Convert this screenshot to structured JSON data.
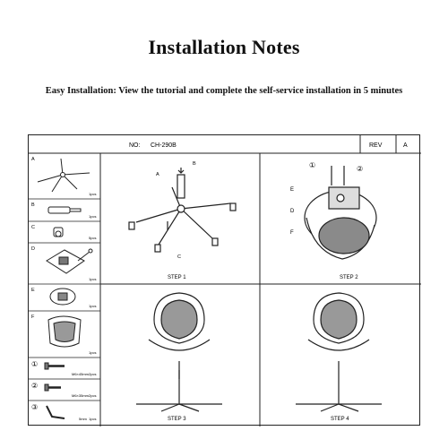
{
  "header": {
    "title": "Installation Notes",
    "subtitle": "Easy Installation: View the tutorial and complete the self-service installation in 5 minutes"
  },
  "sheet": {
    "no_label": "NO:",
    "model": "CH-290B",
    "rev_label": "REV",
    "rev_value": "A"
  },
  "parts": [
    {
      "letter": "A",
      "qty": "1pcs"
    },
    {
      "letter": "B",
      "qty": "1pcs"
    },
    {
      "letter": "C",
      "qty": "5pcs"
    },
    {
      "letter": "D",
      "qty": "1pcs"
    },
    {
      "letter": "E",
      "qty": "1pcs"
    },
    {
      "letter": "F",
      "qty": "1pcs"
    },
    {
      "letter": "①",
      "spec": "M6×45mm",
      "qty": "2pcs"
    },
    {
      "letter": "②",
      "spec": "M6×35mm",
      "qty": "2pcs"
    },
    {
      "letter": "③",
      "spec": "5mm",
      "qty": "1pcs"
    }
  ],
  "steps": [
    {
      "label": "STEP 1",
      "callouts": [
        "A",
        "B",
        "C"
      ]
    },
    {
      "label": "STEP 2",
      "callouts": [
        "①",
        "②",
        "E",
        "D",
        "F"
      ]
    },
    {
      "label": "STEP 3"
    },
    {
      "label": "STEP 4"
    }
  ]
}
